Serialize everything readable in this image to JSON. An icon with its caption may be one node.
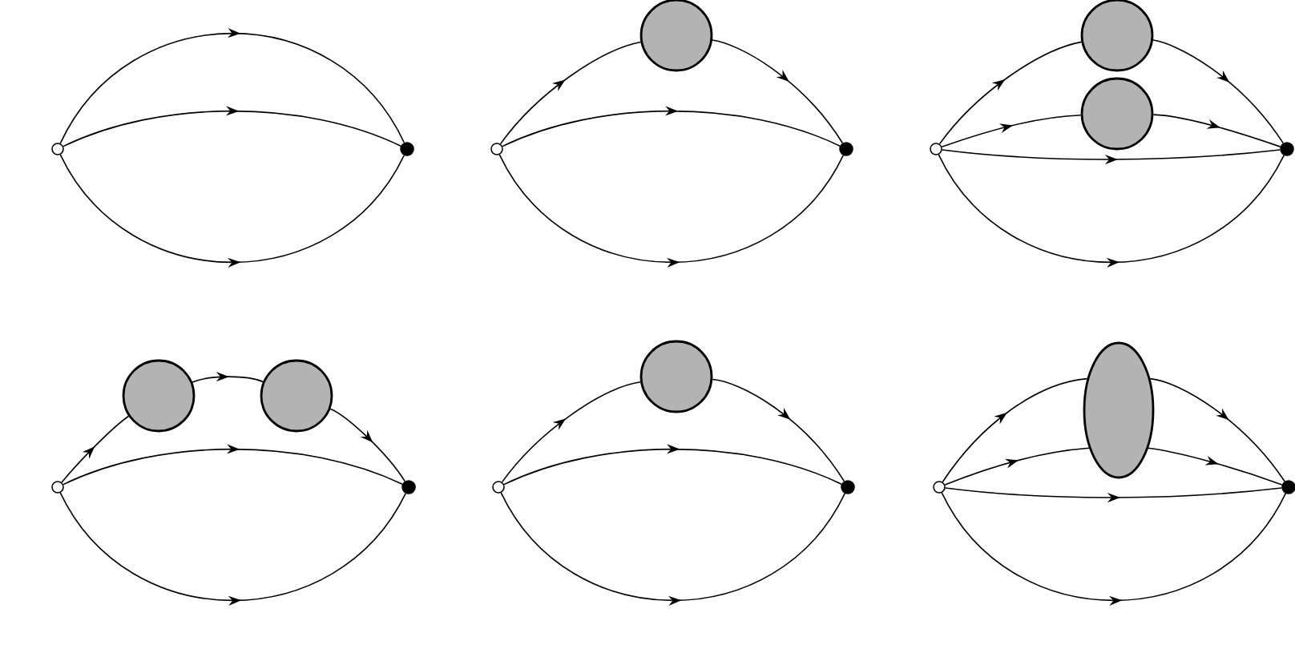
{
  "diagram": {
    "nodes": [
      {
        "text": [],
        "shape": "circle"
      },
      {
        "text": [],
        "shape": "dot"
      },
      {
        "text": [],
        "shape": "circle"
      },
      {
        "text": [],
        "shape": "circle"
      },
      {
        "text": [],
        "shape": "dot"
      },
      {
        "text": [],
        "shape": "circle"
      },
      {
        "text": [],
        "shape": "circle"
      },
      {
        "text": [],
        "shape": "circle"
      },
      {
        "text": [],
        "shape": "dot"
      },
      {
        "text": [],
        "shape": "circle"
      },
      {
        "text": [],
        "shape": "circle"
      },
      {
        "text": [],
        "shape": "circle"
      },
      {
        "text": [],
        "shape": "dot"
      },
      {
        "text": [],
        "shape": "circle"
      },
      {
        "text": [],
        "shape": "circle"
      },
      {
        "text": [],
        "shape": "dot"
      },
      {
        "text": [],
        "shape": "circle"
      },
      {
        "text": [],
        "shape": "ellipse"
      },
      {
        "text": [],
        "shape": "dot"
      }
    ],
    "edges": [
      {
        "from": 0,
        "to": 1,
        "arrow": "to"
      },
      {
        "from": 0,
        "to": 1,
        "arrow": "to"
      },
      {
        "from": 0,
        "to": 1,
        "arrow": "to"
      },
      {
        "from": 2,
        "to": 3,
        "arrow": "to"
      },
      {
        "from": 3,
        "to": 4,
        "arrow": "to"
      },
      {
        "from": 2,
        "to": 4,
        "arrow": "to"
      },
      {
        "from": 2,
        "to": 4,
        "arrow": "to"
      },
      {
        "from": 5,
        "to": 6,
        "arrow": "to"
      },
      {
        "from": 6,
        "to": 8,
        "arrow": "to"
      },
      {
        "from": 5,
        "to": 7,
        "arrow": "to"
      },
      {
        "from": 7,
        "to": 8,
        "arrow": "to"
      },
      {
        "from": 5,
        "to": 8,
        "arrow": "to"
      },
      {
        "from": 5,
        "to": 8,
        "arrow": "to"
      },
      {
        "from": 9,
        "to": 10,
        "arrow": "to"
      },
      {
        "from": 10,
        "to": 11,
        "arrow": "to"
      },
      {
        "from": 11,
        "to": 12,
        "arrow": "to"
      },
      {
        "from": 9,
        "to": 12,
        "arrow": "to"
      },
      {
        "from": 9,
        "to": 12,
        "arrow": "to"
      },
      {
        "from": 13,
        "to": 14,
        "arrow": "to"
      },
      {
        "from": 14,
        "to": 15,
        "arrow": "to"
      },
      {
        "from": 13,
        "to": 15,
        "arrow": "to"
      },
      {
        "from": 13,
        "to": 15,
        "arrow": "to"
      },
      {
        "from": 16,
        "to": 17,
        "arrow": "to"
      },
      {
        "from": 17,
        "to": 18,
        "arrow": "to"
      },
      {
        "from": 16,
        "to": 17,
        "arrow": "to"
      },
      {
        "from": 17,
        "to": 18,
        "arrow": "to"
      },
      {
        "from": 16,
        "to": 18,
        "arrow": "to"
      },
      {
        "from": 16,
        "to": 18,
        "arrow": "to"
      }
    ]
  }
}
